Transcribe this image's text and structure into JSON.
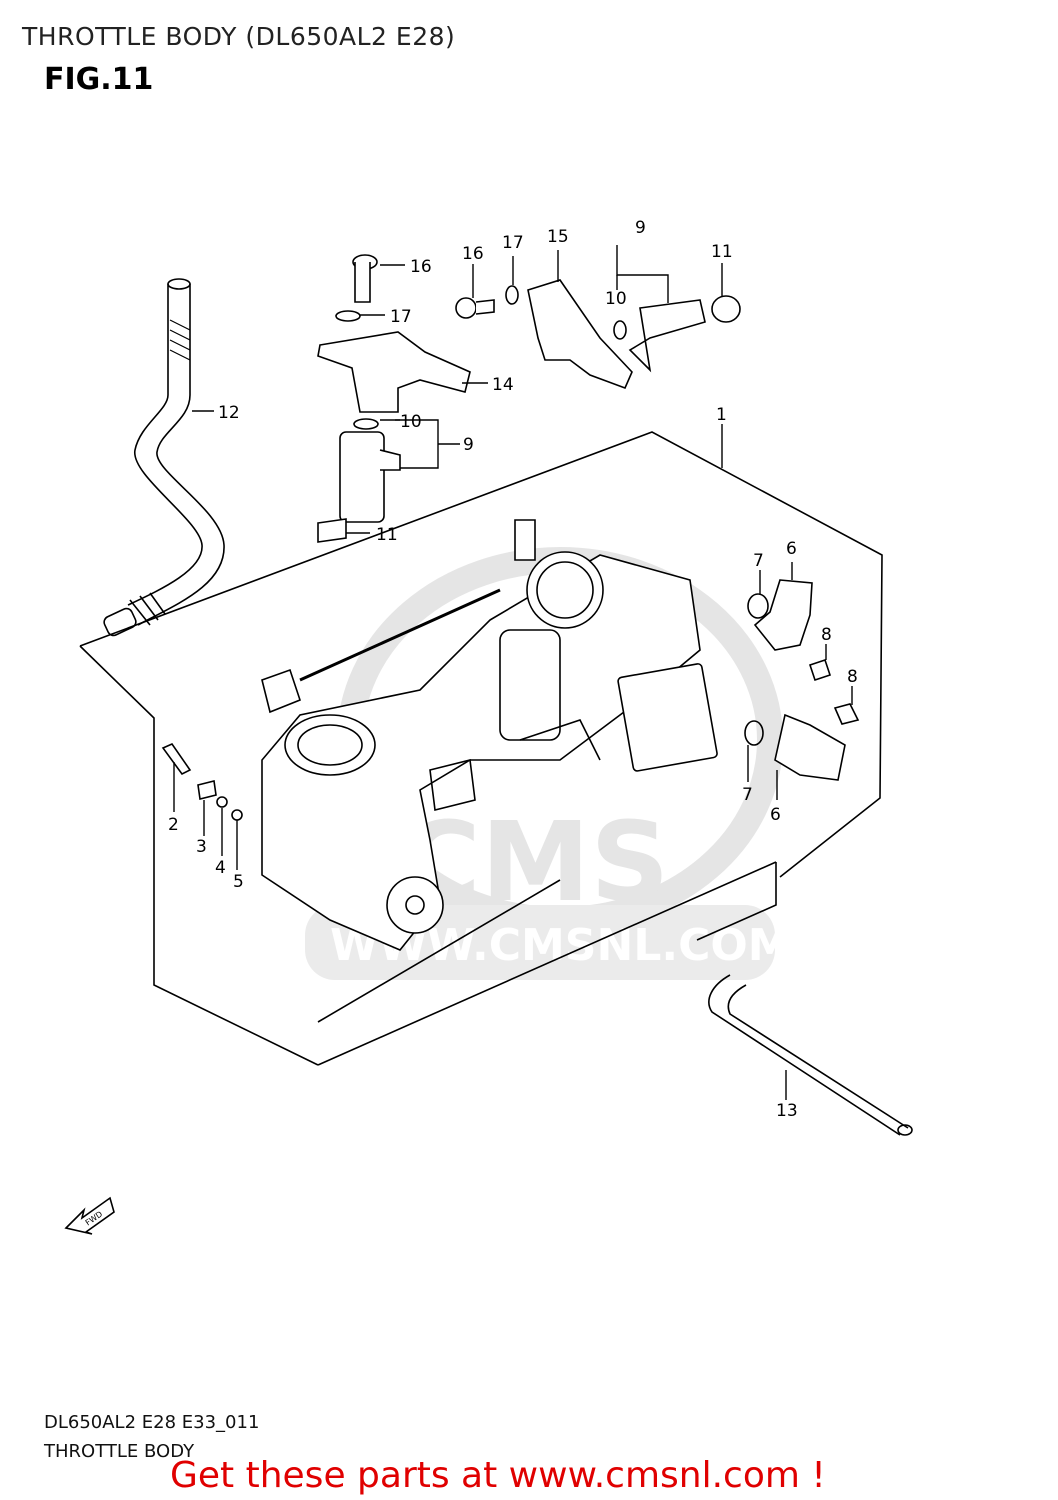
{
  "header": {
    "title": "THROTTLE BODY (DL650AL2 E28)",
    "figure": "FIG.11"
  },
  "callouts": {
    "c1": "1",
    "c2": "2",
    "c3": "3",
    "c4": "4",
    "c5": "5",
    "c6a": "6",
    "c6b": "6",
    "c7a": "7",
    "c7b": "7",
    "c8a": "8",
    "c8b": "8",
    "c9a": "9",
    "c9b": "9",
    "c10a": "10",
    "c10b": "10",
    "c11a": "11",
    "c11b": "11",
    "c12": "12",
    "c13": "13",
    "c14": "14",
    "c15": "15",
    "c16a": "16",
    "c16b": "16",
    "c17a": "17",
    "c17b": "17"
  },
  "fwd_arrow_text": "FWD",
  "watermark": {
    "brand": "CMS",
    "url": "WWW.CMSNL.COM"
  },
  "footer": {
    "code": "DL650AL2 E28 E33_011",
    "name": "THROTTLE BODY",
    "promo": "Get these parts at www.cmsnl.com !"
  },
  "colors": {
    "promo": "#e00000",
    "line": "#000000",
    "watermark": "#d8d8d8"
  }
}
